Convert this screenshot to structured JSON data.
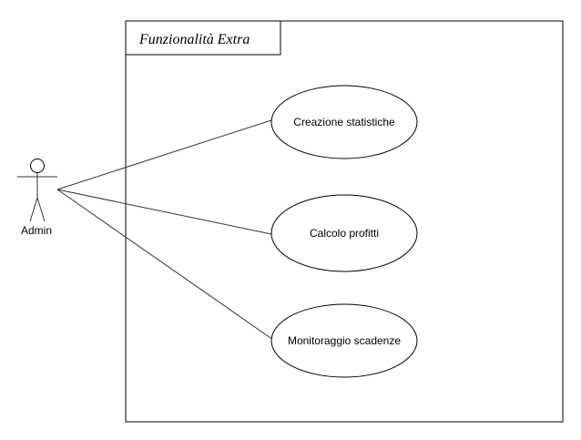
{
  "system": {
    "title": "Funzionalità Extra"
  },
  "actor": {
    "name": "Admin"
  },
  "use_cases": [
    {
      "label": "Creazione statistiche"
    },
    {
      "label": "Calcolo profitti"
    },
    {
      "label": "Monitoraggio scadenze"
    }
  ],
  "colors": {
    "stroke": "#000000",
    "association": "#333333",
    "background": "#ffffff"
  }
}
